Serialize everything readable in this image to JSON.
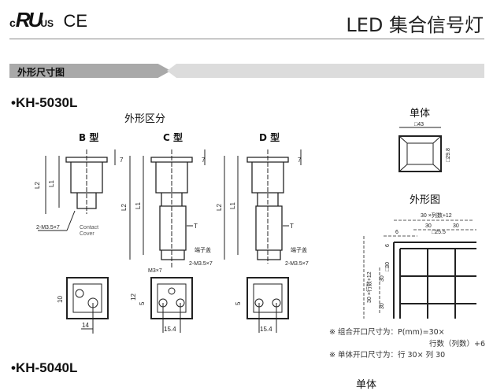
{
  "header": {
    "logo_c": "c",
    "logo_ur": "RU",
    "logo_us": "US",
    "logo_ce": "CE",
    "title": "LED 集合信号灯"
  },
  "section": {
    "title": "外形尺寸图"
  },
  "models": [
    {
      "name": "•KH-5030L"
    },
    {
      "name": "•KH-5040L"
    }
  ],
  "outline": {
    "heading": "外形区分",
    "types": [
      "B 型",
      "C 型",
      "D 型"
    ]
  },
  "dims": {
    "l1": "L1",
    "l2": "L2",
    "seven": "7",
    "t": "T",
    "terminal_cover": "端子盖",
    "screw": "2-M3.5×7",
    "m3": "M3×7",
    "contact": "Contact",
    "cover": "Cover",
    "b_v": "10",
    "b_h": "14",
    "c_v1": "12",
    "c_v2": "5",
    "c_h": "15.4",
    "d_v": "5",
    "d_h": "15.4"
  },
  "single": {
    "title": "单体",
    "dim_w": "□43",
    "dim_inner": "□29.8"
  },
  "panel": {
    "title": "外形图",
    "top": "30 ×列数+12",
    "p1": "30",
    "p2": "30",
    "sq": "□25.5",
    "six_h": "6",
    "six_v": "6",
    "left": "30 ×行数+12",
    "r1": "30",
    "r2": "30",
    "sq30": "□30"
  },
  "notes": [
    "※ 组合开口尺寸为：P(mm)=30×",
    "行数（列数）+6",
    "※ 单体开口尺寸为：行 30× 列 30"
  ],
  "bottom": {
    "single2": "单体"
  }
}
